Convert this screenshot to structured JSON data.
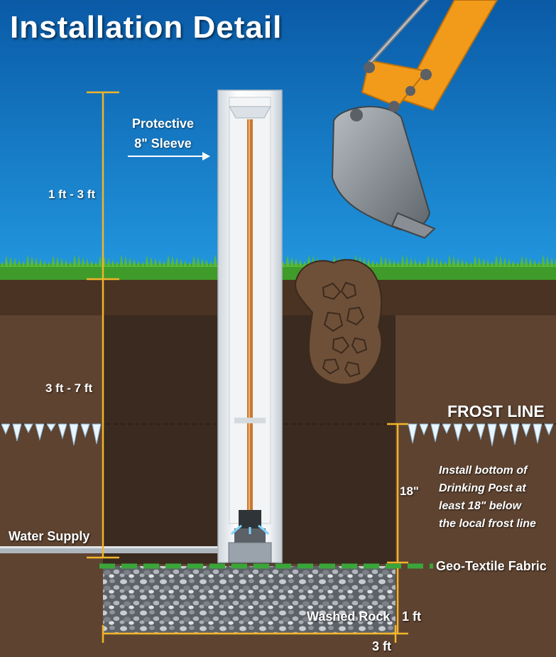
{
  "title": "Installation Detail",
  "labels": {
    "protective_sleeve_line1": "Protective",
    "protective_sleeve_line2": "8\" Sleeve",
    "above_ground_height": "1 ft - 3 ft",
    "below_ground_depth": "3 ft - 7 ft",
    "frost_line": "FROST LINE",
    "frost_depth": "18\"",
    "install_note": [
      "Install bottom of",
      "Drinking Post at",
      "least 18\" below",
      "the local frost line"
    ],
    "water_supply": "Water Supply",
    "geo_textile": "Geo-Textile Fabric",
    "washed_rock": "Washed Rock",
    "rock_depth": "1 ft",
    "rock_width": "3 ft"
  },
  "colors": {
    "sky_top": "#0a5aa6",
    "sky_bottom": "#1e8fd8",
    "grass": "#3f9b2a",
    "soil": "#5e4330",
    "trench": "#3a2a1f",
    "dimension": "#f2b42b",
    "excavator": "#f29a1a",
    "fabric": "#3aa63a",
    "copper": "#c9782f"
  },
  "icons": {
    "excavator": "excavator-bucket-icon",
    "arrow": "arrow-right-icon",
    "icicles": "icicle-icon",
    "dirt": "dirt-pile-icon"
  }
}
